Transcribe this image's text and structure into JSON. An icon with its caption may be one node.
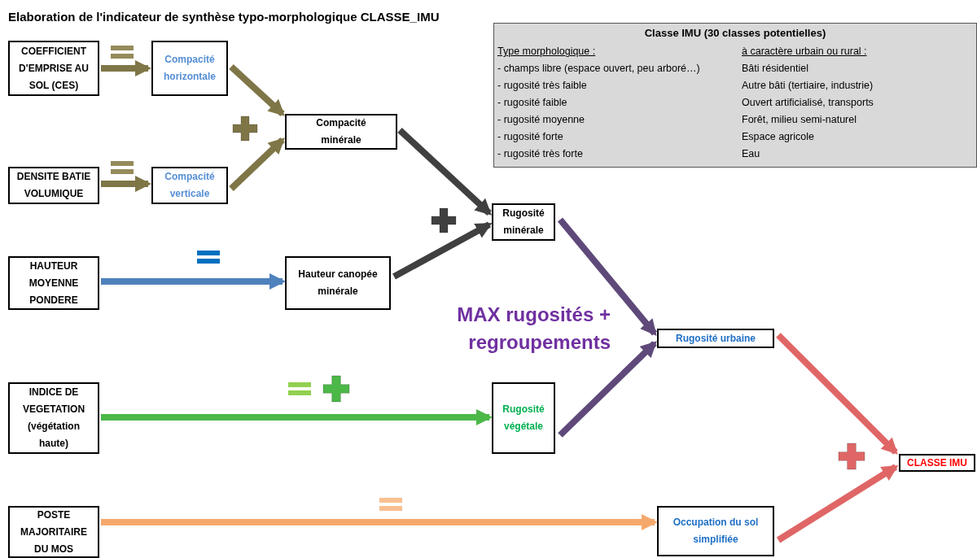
{
  "diagram": {
    "title": "Elaboration de l'indicateur de synthèse typo-morphologique CLASSE_IMU",
    "nodes": [
      {
        "text": [
          "COEFFICIENT D'EMPRISE AU SOL (CES)"
        ]
      },
      {
        "text": [
          "Compacité horizontale"
        ]
      },
      {
        "text": [
          "DENSITE BATIE VOLUMIQUE"
        ]
      },
      {
        "text": [
          "Compacité verticale"
        ]
      },
      {
        "text": [
          "Compacité minérale"
        ]
      },
      {
        "text": [
          "Rugosité minérale"
        ]
      },
      {
        "text": [
          "HAUTEUR MOYENNE PONDERE"
        ]
      },
      {
        "text": [
          "Hauteur canopée minérale"
        ]
      },
      {
        "text": [
          "INDICE DE VEGETATION (végétation haute)"
        ]
      },
      {
        "text": [
          "Rugosité végétale"
        ]
      },
      {
        "text": [
          "Rugosité urbaine"
        ]
      },
      {
        "text": [
          "CLASSE IMU"
        ]
      },
      {
        "text": [
          "POSTE MAJORITAIRE DU MOS"
        ]
      },
      {
        "text": [
          "Occupation du sol simplifiée"
        ]
      },
      {
        "text": [
          "Classe IMU (30 classes potentielles)",
          "Type morphologique :",
          "à caractère urbain ou rural :",
          "- champs libre (espace ouvert, peu arboré…)",
          "Bâti résidentiel",
          "- rugosité très faible",
          "Autre bâti (tertiaire, industrie)",
          "- rugosité faible",
          "Ouvert artificialisé, transports",
          "- rugosité moyenne",
          "Forêt, milieu semi-naturel",
          "- rugosité forte",
          "Espace agricole",
          "- rugosité très forte",
          "Eau"
        ]
      }
    ],
    "edges": [
      {
        "from": 0,
        "to": 1,
        "arrow": "to",
        "color": "#7f7647"
      },
      {
        "from": 2,
        "to": 3,
        "arrow": "to",
        "color": "#7f7647"
      },
      {
        "from": 1,
        "to": 4,
        "arrow": "to",
        "color": "#7f7647"
      },
      {
        "from": 3,
        "to": 4,
        "arrow": "to",
        "color": "#7f7647"
      },
      {
        "from": 4,
        "to": 5,
        "arrow": "to",
        "color": "#404040"
      },
      {
        "from": 7,
        "to": 5,
        "arrow": "to",
        "color": "#404040"
      },
      {
        "from": 6,
        "to": 7,
        "arrow": "to",
        "color": "#4f81bd"
      },
      {
        "from": 8,
        "to": 9,
        "arrow": "to",
        "color": "#4cb848"
      },
      {
        "from": 5,
        "to": 10,
        "arrow": "to",
        "color": "#5f497a"
      },
      {
        "from": 9,
        "to": 10,
        "arrow": "to",
        "color": "#5f497a"
      },
      {
        "from": 10,
        "to": 11,
        "arrow": "to",
        "color": "#e06666"
      },
      {
        "from": 13,
        "to": 11,
        "arrow": "to",
        "color": "#e06666"
      },
      {
        "from": 12,
        "to": 13,
        "arrow": "to",
        "color": "#f6a86c"
      }
    ],
    "labels": [
      "MAX rugosités + regroupements"
    ]
  }
}
